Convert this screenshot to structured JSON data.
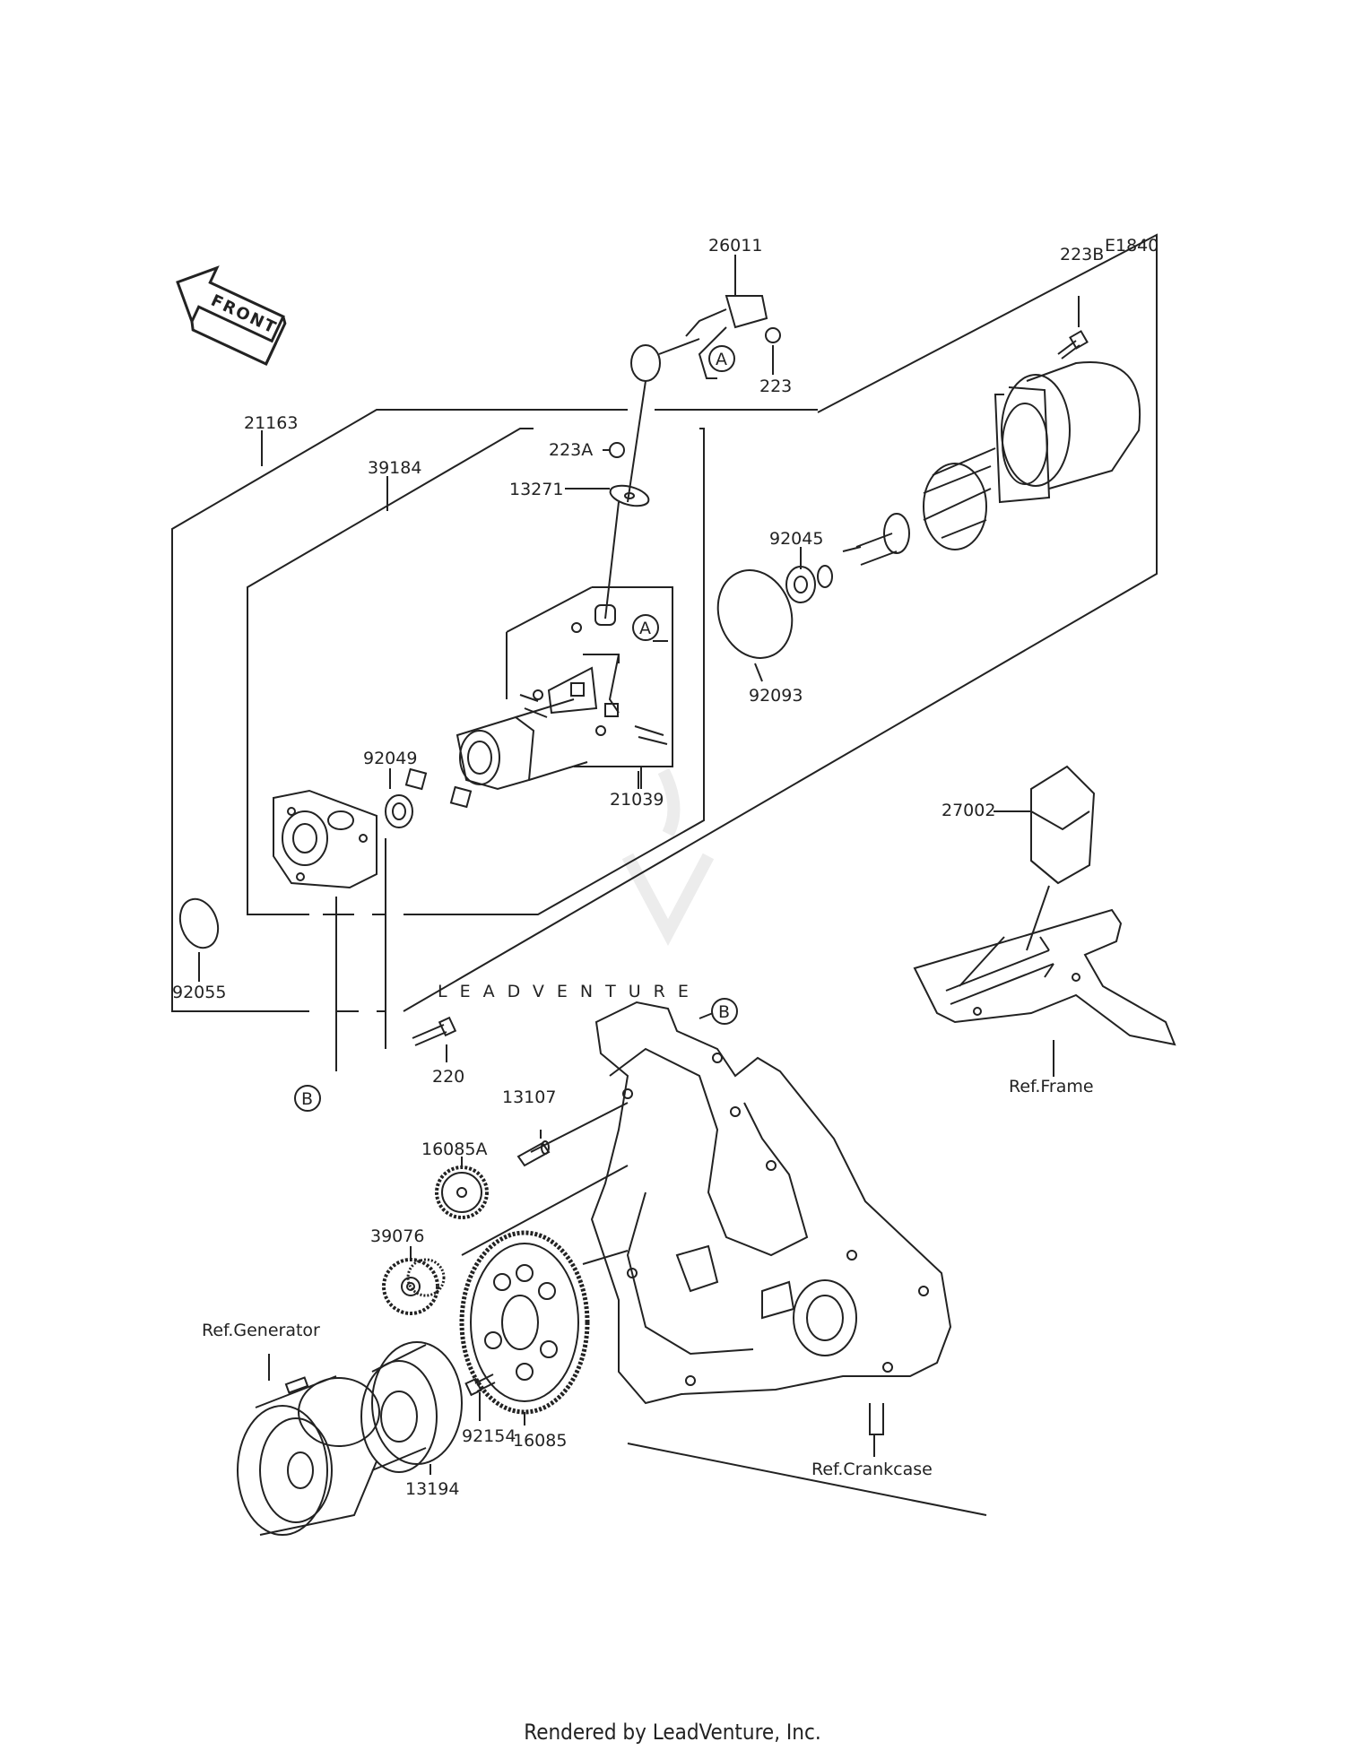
{
  "diagram_code": "E1840",
  "front_label": "FRONT",
  "watermark": "LEADVENTURE",
  "footer": "Rendered by LeadVenture, Inc.",
  "parts": {
    "p26011": "26011",
    "p223B": "223B",
    "p223": "223",
    "p21163": "21163",
    "p39184": "39184",
    "p223A": "223A",
    "p13271": "13271",
    "p92045": "92045",
    "p92093": "92093",
    "p92049": "92049",
    "p21039": "21039",
    "p27002": "27002",
    "p92055": "92055",
    "p220": "220",
    "p13107": "13107",
    "p16085A": "16085A",
    "p39076": "39076",
    "p92154": "92154",
    "p16085": "16085",
    "p13194": "13194"
  },
  "refs": {
    "frame": "Ref.Frame",
    "generator": "Ref.Generator",
    "crankcase": "Ref.Crankcase"
  },
  "markers": {
    "a": "A",
    "b": "B"
  }
}
